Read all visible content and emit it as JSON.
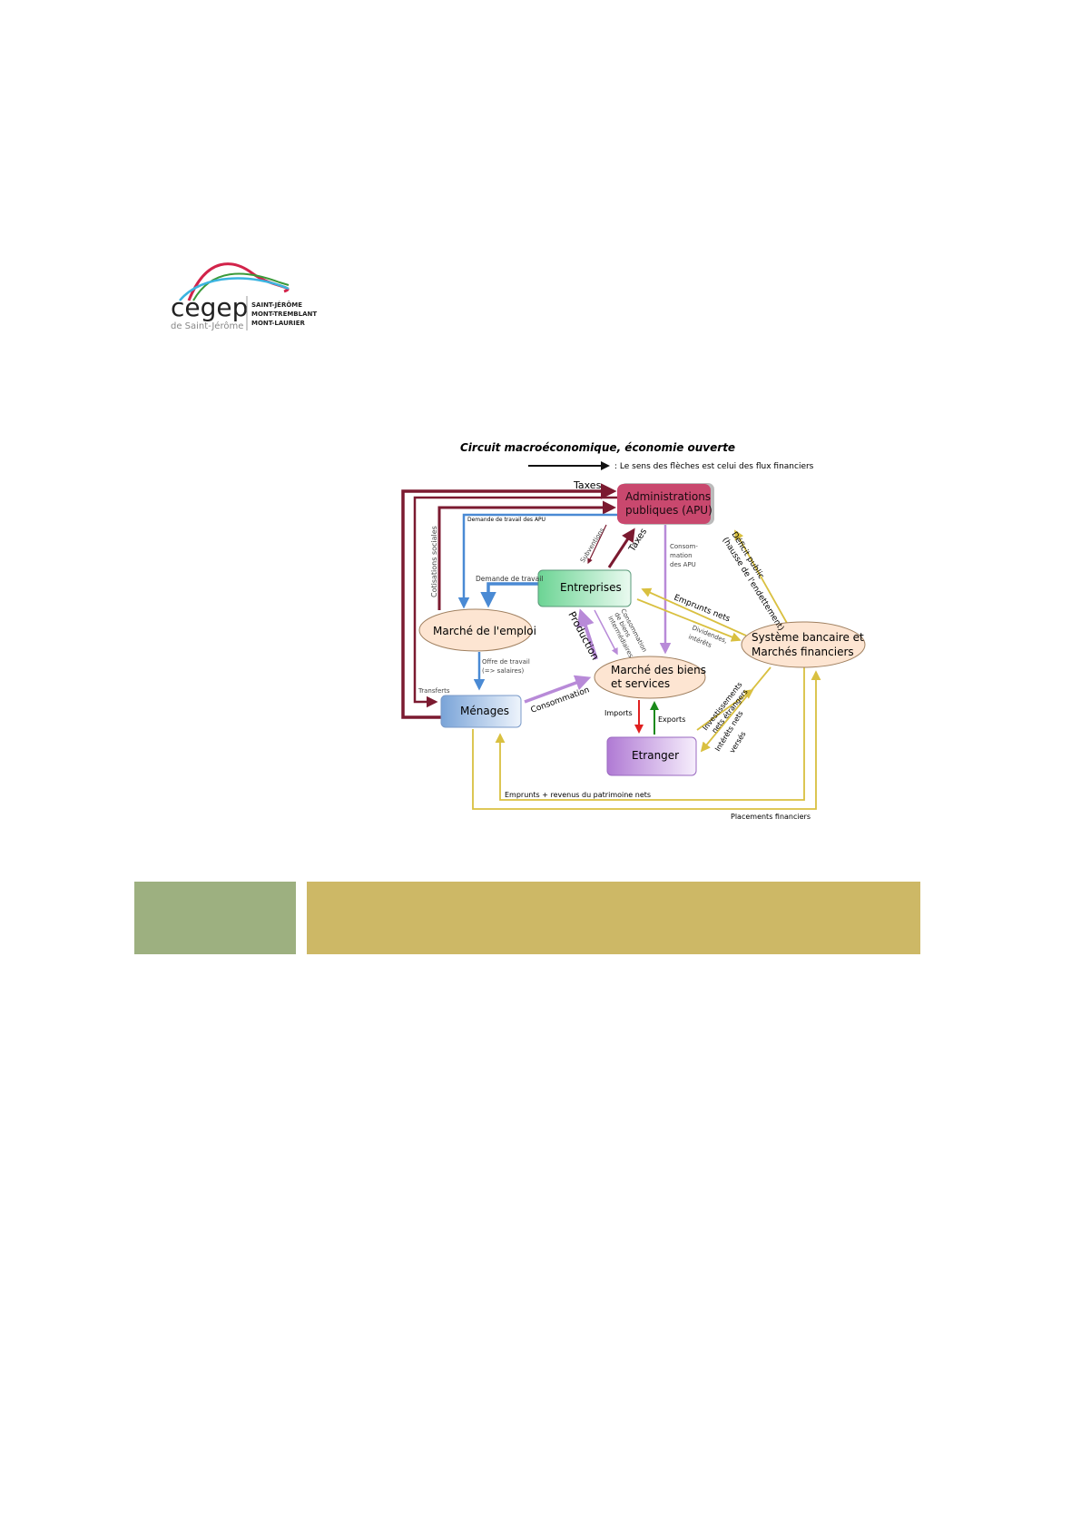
{
  "logo": {
    "wordmark": "cegep",
    "sub": "de Saint-Jérôme",
    "campuses": [
      "SAINT-JÉRÔME",
      "MONT-TREMBLANT",
      "MONT-LAURIER"
    ]
  },
  "diagram": {
    "title": "Circuit macroéconomique, économie ouverte",
    "legend": ": Le sens des flèches est celui des flux financiers",
    "nodes": {
      "apu_1": "Administrations",
      "apu_2": "publiques (APU)",
      "entreprises": "Entreprises",
      "emploi": "Marché de l'emploi",
      "biens_1": "Marché des biens",
      "biens_2": "et services",
      "banque_1": "Système bancaire et",
      "banque_2": "Marchés financiers",
      "menages": "Ménages",
      "etranger": "Etranger"
    },
    "labels": {
      "taxes_top": "Taxes",
      "demande_apu": "Demande de travail des APU",
      "cotisations": "Cotisations sociales",
      "subventions": "Subventions",
      "taxes_ent": "Taxes",
      "demande_travail": "Demande de travail",
      "conso_apu_1": "Consom-",
      "conso_apu_2": "mation",
      "conso_apu_3": "des APU",
      "deficit_1": "Déficit public",
      "deficit_2": "(hausse de l'endettement)",
      "emprunts_nets": "Emprunts nets",
      "dividendes_1": "Dividendes,",
      "dividendes_2": "intérêts",
      "production": "Production",
      "conso_inter_1": "Consommation",
      "conso_inter_2": "de biens",
      "conso_inter_3": "intermédiaires",
      "offre_1": "Offre de travail",
      "offre_2": "(=> salaires)",
      "transferts": "Transferts",
      "consommation": "Consommation",
      "imports": "Imports",
      "exports": "Exports",
      "invest_1": "Investissements",
      "invest_2": "nets étrangers",
      "interets_1": "Intérêts nets",
      "interets_2": "versés",
      "emprunts_revenus": "Emprunts + revenus du patrimoine nets",
      "placements": "Placements financiers"
    }
  },
  "colors": {
    "green_bar": "#9db080",
    "gold_bar": "#cdb866"
  }
}
